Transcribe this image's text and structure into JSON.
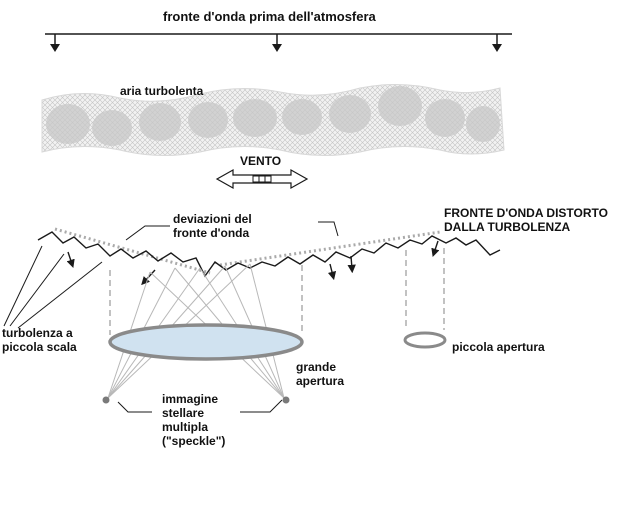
{
  "labels": {
    "top_wavefront": "fronte d'onda prima dell'atmosfera",
    "turbulent_air": "aria turbolenta",
    "wind": "VENTO",
    "wavefront_deviations": "deviazioni del\nfronte d'onda",
    "distorted_wavefront": "FRONTE D'ONDA DISTORTO\nDALLA TURBOLENZA",
    "small_scale_turbulence": "turbolenza a\npiccola scala",
    "small_aperture": "piccola apertura",
    "large_aperture": "grande\napertura",
    "speckle_image": "immagine\nstellare\nmultipla\n(\"speckle\")"
  },
  "colors": {
    "line": "#1a1a1a",
    "dotted_reference": "#aaaaaa",
    "turbulence_cell": "#c8c8c8",
    "mirror_fill": "#d0e2f0",
    "mirror_edge": "#8a8a8a",
    "rays": "#b8b8b8",
    "guide_lines": "#999999"
  }
}
